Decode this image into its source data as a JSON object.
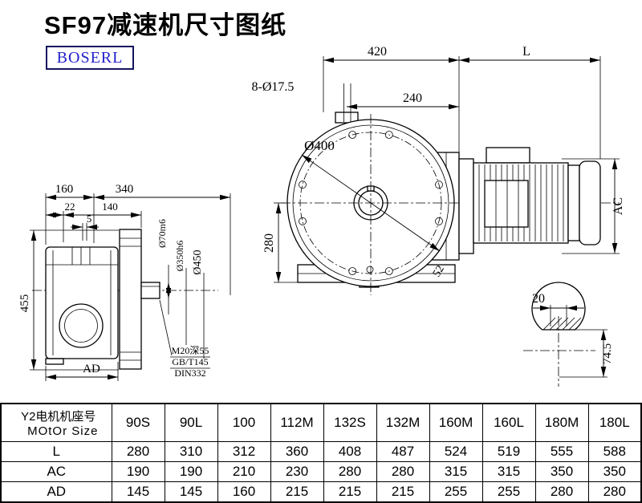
{
  "page": {
    "title": "SF97减速机尺寸图纸",
    "logo": "BOSERL"
  },
  "drawing": {
    "front": {
      "dim_420": "420",
      "dim_L": "L",
      "holes": "8-Ø17.5",
      "dim_240": "240",
      "dia_400": "Ø400",
      "dim_280": "280",
      "dim_52": "52"
    },
    "motor": {
      "dim_ac": "AC"
    },
    "side": {
      "dim_160": "160",
      "dim_340": "340",
      "dim_22": "22",
      "dim_140": "140",
      "dim_5": "5",
      "dim_455": "455",
      "dim_ad": "AD",
      "dia_70": "Ø70m6",
      "dia_350": "Ø350h6",
      "dia_450": "Ø450",
      "note_1": "M20深55",
      "note_2": "GB/T145",
      "note_3": "DIN332"
    },
    "section": {
      "dim_20": "20",
      "dim_74_5": "74.5"
    }
  },
  "table": {
    "header_cn": "Y2电机机座号",
    "header_en": "MOtOr Size",
    "columns": [
      "90S",
      "90L",
      "100",
      "112M",
      "132S",
      "132M",
      "160M",
      "160L",
      "180M",
      "180L"
    ],
    "rows": [
      {
        "label": "L",
        "values": [
          "280",
          "310",
          "312",
          "360",
          "408",
          "487",
          "524",
          "519",
          "555",
          "588"
        ]
      },
      {
        "label": "AC",
        "values": [
          "190",
          "190",
          "210",
          "230",
          "280",
          "280",
          "315",
          "315",
          "350",
          "350"
        ]
      },
      {
        "label": "AD",
        "values": [
          "145",
          "145",
          "160",
          "215",
          "215",
          "215",
          "255",
          "255",
          "280",
          "280"
        ]
      }
    ]
  }
}
